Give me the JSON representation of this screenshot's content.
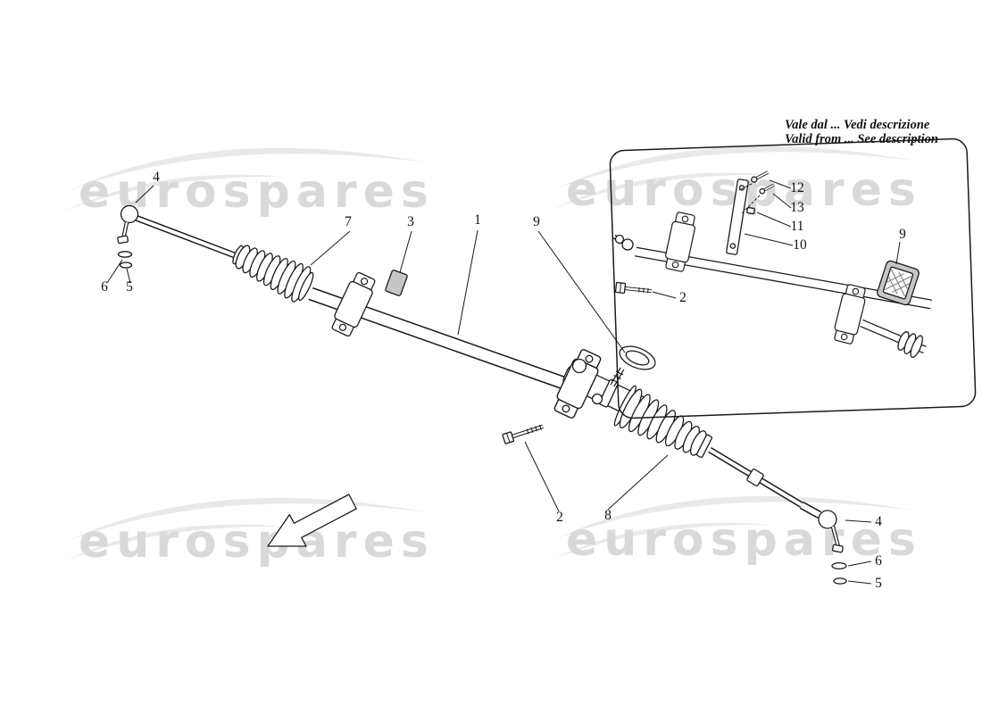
{
  "page": {
    "background": "#ffffff"
  },
  "watermark": {
    "text": "eurospares",
    "text_color": "#d9d9d9",
    "swoosh_color": "#e9e9e9"
  },
  "note": {
    "line1": "Vale dal ... Vedi descrizione",
    "line2": "Valid from ... See description"
  },
  "callouts": {
    "main": [
      {
        "part": "tie-rod-end-left",
        "label": "4"
      },
      {
        "part": "washer-left-upper",
        "label": "6"
      },
      {
        "part": "washer-left-lower",
        "label": "5"
      },
      {
        "part": "boot-left",
        "label": "7"
      },
      {
        "part": "pad",
        "label": "3"
      },
      {
        "part": "rack-tube",
        "label": "1"
      },
      {
        "part": "cover",
        "label": "9"
      },
      {
        "part": "bolt",
        "label": "2"
      },
      {
        "part": "boot-right",
        "label": "8"
      },
      {
        "part": "tie-rod-end-right",
        "label": "4"
      },
      {
        "part": "washer-right-upper",
        "label": "6"
      },
      {
        "part": "washer-right-lower",
        "label": "5"
      }
    ],
    "inset": [
      {
        "part": "screw-upper",
        "label": "12"
      },
      {
        "part": "screw-lower",
        "label": "13"
      },
      {
        "part": "fastener",
        "label": "11"
      },
      {
        "part": "plate",
        "label": "10"
      },
      {
        "part": "bolt",
        "label": "2"
      },
      {
        "part": "pad",
        "label": "9"
      }
    ]
  },
  "colors": {
    "line": "#1a1a1a",
    "pad_fill": "#c6c6c6"
  }
}
